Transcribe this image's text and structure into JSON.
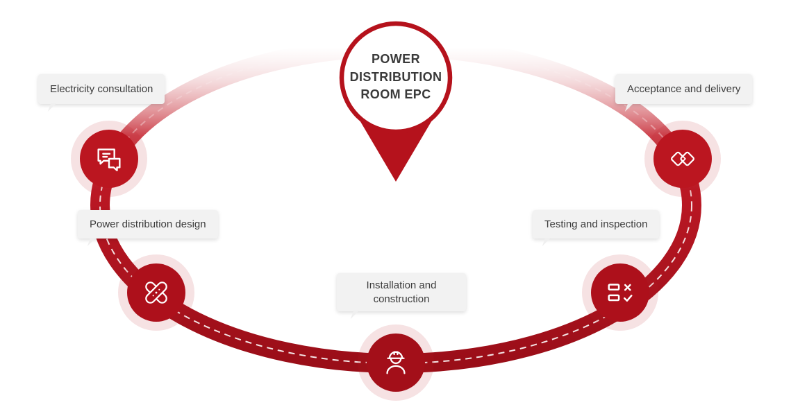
{
  "center": {
    "title_lines": [
      "POWER",
      "DISTRIBUTION",
      "ROOM EPC"
    ]
  },
  "steps": [
    {
      "label": "Electricity consultation",
      "icon": "chat-bubbles-icon"
    },
    {
      "label": "Power distribution design",
      "icon": "crossed-bandages-icon"
    },
    {
      "label": "Installation and construction",
      "icon": "construction-worker-icon"
    },
    {
      "label": "Testing and inspection",
      "icon": "checklist-pass-fail-icon"
    },
    {
      "label": "Acceptance and delivery",
      "icon": "handshake-icon"
    }
  ],
  "colors": {
    "primary_red": "#b5121c",
    "dark_red": "#9c0e17",
    "bright_red": "#c22430",
    "halo_pink": "#f5dfe1",
    "label_bg": "#f2f2f2",
    "text_dark": "#3c3c3c",
    "white": "#ffffff"
  }
}
